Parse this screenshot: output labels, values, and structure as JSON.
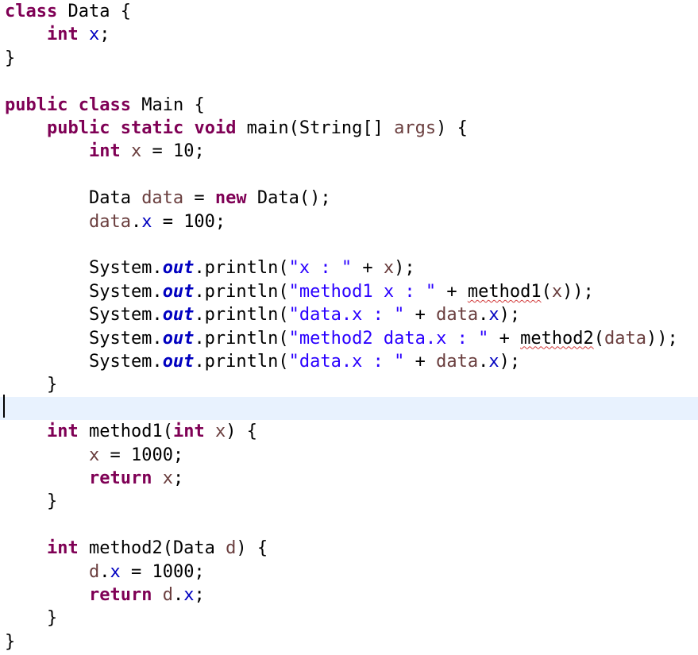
{
  "editor": {
    "current_line_index": 17,
    "colors": {
      "keyword": "#7f0055",
      "local_variable": "#6a3e3e",
      "field": "#0000c0",
      "string": "#2a00ff",
      "text": "#000000",
      "current_line_bg": "#e8f2fe",
      "warning_underline": "#d23c3c"
    },
    "lines": [
      [
        {
          "t": "class",
          "c": "kw"
        },
        {
          "t": " Data {",
          "c": "plain"
        }
      ],
      [
        {
          "t": "    ",
          "c": "plain"
        },
        {
          "t": "int",
          "c": "kw"
        },
        {
          "t": " ",
          "c": "plain"
        },
        {
          "t": "x",
          "c": "fld"
        },
        {
          "t": ";",
          "c": "plain"
        }
      ],
      [
        {
          "t": "}",
          "c": "plain"
        }
      ],
      [],
      [
        {
          "t": "public",
          "c": "kw"
        },
        {
          "t": " ",
          "c": "plain"
        },
        {
          "t": "class",
          "c": "kw"
        },
        {
          "t": " Main {",
          "c": "plain"
        }
      ],
      [
        {
          "t": "    ",
          "c": "plain"
        },
        {
          "t": "public",
          "c": "kw"
        },
        {
          "t": " ",
          "c": "plain"
        },
        {
          "t": "static",
          "c": "kw"
        },
        {
          "t": " ",
          "c": "plain"
        },
        {
          "t": "void",
          "c": "kw"
        },
        {
          "t": " main(String[] ",
          "c": "plain"
        },
        {
          "t": "args",
          "c": "var"
        },
        {
          "t": ") {",
          "c": "plain"
        }
      ],
      [
        {
          "t": "        ",
          "c": "plain"
        },
        {
          "t": "int",
          "c": "kw"
        },
        {
          "t": " ",
          "c": "plain"
        },
        {
          "t": "x",
          "c": "var"
        },
        {
          "t": " = 10;",
          "c": "plain"
        }
      ],
      [],
      [
        {
          "t": "        Data ",
          "c": "plain"
        },
        {
          "t": "data",
          "c": "var"
        },
        {
          "t": " = ",
          "c": "plain"
        },
        {
          "t": "new",
          "c": "kw"
        },
        {
          "t": " Data();",
          "c": "plain"
        }
      ],
      [
        {
          "t": "        ",
          "c": "plain"
        },
        {
          "t": "data",
          "c": "var"
        },
        {
          "t": ".",
          "c": "plain"
        },
        {
          "t": "x",
          "c": "fld"
        },
        {
          "t": " = 100;",
          "c": "plain"
        }
      ],
      [],
      [
        {
          "t": "        System.",
          "c": "plain"
        },
        {
          "t": "out",
          "c": "sfld"
        },
        {
          "t": ".println(",
          "c": "plain"
        },
        {
          "t": "\"x : \"",
          "c": "str"
        },
        {
          "t": " + ",
          "c": "plain"
        },
        {
          "t": "x",
          "c": "var"
        },
        {
          "t": ");",
          "c": "plain"
        }
      ],
      [
        {
          "t": "        System.",
          "c": "plain"
        },
        {
          "t": "out",
          "c": "sfld"
        },
        {
          "t": ".println(",
          "c": "plain"
        },
        {
          "t": "\"method1 x : \"",
          "c": "str"
        },
        {
          "t": " + ",
          "c": "plain"
        },
        {
          "t": "method1",
          "c": "plain",
          "w": true
        },
        {
          "t": "(",
          "c": "plain"
        },
        {
          "t": "x",
          "c": "var"
        },
        {
          "t": "));",
          "c": "plain"
        }
      ],
      [
        {
          "t": "        System.",
          "c": "plain"
        },
        {
          "t": "out",
          "c": "sfld"
        },
        {
          "t": ".println(",
          "c": "plain"
        },
        {
          "t": "\"data.x : \"",
          "c": "str"
        },
        {
          "t": " + ",
          "c": "plain"
        },
        {
          "t": "data",
          "c": "var"
        },
        {
          "t": ".",
          "c": "plain"
        },
        {
          "t": "x",
          "c": "fld"
        },
        {
          "t": ");",
          "c": "plain"
        }
      ],
      [
        {
          "t": "        System.",
          "c": "plain"
        },
        {
          "t": "out",
          "c": "sfld"
        },
        {
          "t": ".println(",
          "c": "plain"
        },
        {
          "t": "\"method2 data.x : \"",
          "c": "str"
        },
        {
          "t": " + ",
          "c": "plain"
        },
        {
          "t": "method2",
          "c": "plain",
          "w": true
        },
        {
          "t": "(",
          "c": "plain"
        },
        {
          "t": "data",
          "c": "var"
        },
        {
          "t": "));",
          "c": "plain"
        }
      ],
      [
        {
          "t": "        System.",
          "c": "plain"
        },
        {
          "t": "out",
          "c": "sfld"
        },
        {
          "t": ".println(",
          "c": "plain"
        },
        {
          "t": "\"data.x : \"",
          "c": "str"
        },
        {
          "t": " + ",
          "c": "plain"
        },
        {
          "t": "data",
          "c": "var"
        },
        {
          "t": ".",
          "c": "plain"
        },
        {
          "t": "x",
          "c": "fld"
        },
        {
          "t": ");",
          "c": "plain"
        }
      ],
      [
        {
          "t": "    }",
          "c": "plain"
        }
      ],
      [],
      [
        {
          "t": "    ",
          "c": "plain"
        },
        {
          "t": "int",
          "c": "kw"
        },
        {
          "t": " method1(",
          "c": "plain"
        },
        {
          "t": "int",
          "c": "kw"
        },
        {
          "t": " ",
          "c": "plain"
        },
        {
          "t": "x",
          "c": "var"
        },
        {
          "t": ") {",
          "c": "plain"
        }
      ],
      [
        {
          "t": "        ",
          "c": "plain"
        },
        {
          "t": "x",
          "c": "var"
        },
        {
          "t": " = 1000;",
          "c": "plain"
        }
      ],
      [
        {
          "t": "        ",
          "c": "plain"
        },
        {
          "t": "return",
          "c": "kw"
        },
        {
          "t": " ",
          "c": "plain"
        },
        {
          "t": "x",
          "c": "var"
        },
        {
          "t": ";",
          "c": "plain"
        }
      ],
      [
        {
          "t": "    }",
          "c": "plain"
        }
      ],
      [],
      [
        {
          "t": "    ",
          "c": "plain"
        },
        {
          "t": "int",
          "c": "kw"
        },
        {
          "t": " method2(Data ",
          "c": "plain"
        },
        {
          "t": "d",
          "c": "var"
        },
        {
          "t": ") {",
          "c": "plain"
        }
      ],
      [
        {
          "t": "        ",
          "c": "plain"
        },
        {
          "t": "d",
          "c": "var"
        },
        {
          "t": ".",
          "c": "plain"
        },
        {
          "t": "x",
          "c": "fld"
        },
        {
          "t": " = 1000;",
          "c": "plain"
        }
      ],
      [
        {
          "t": "        ",
          "c": "plain"
        },
        {
          "t": "return",
          "c": "kw"
        },
        {
          "t": " ",
          "c": "plain"
        },
        {
          "t": "d",
          "c": "var"
        },
        {
          "t": ".",
          "c": "plain"
        },
        {
          "t": "x",
          "c": "fld"
        },
        {
          "t": ";",
          "c": "plain"
        }
      ],
      [
        {
          "t": "    }",
          "c": "plain"
        }
      ],
      [
        {
          "t": "}",
          "c": "plain"
        }
      ]
    ]
  }
}
